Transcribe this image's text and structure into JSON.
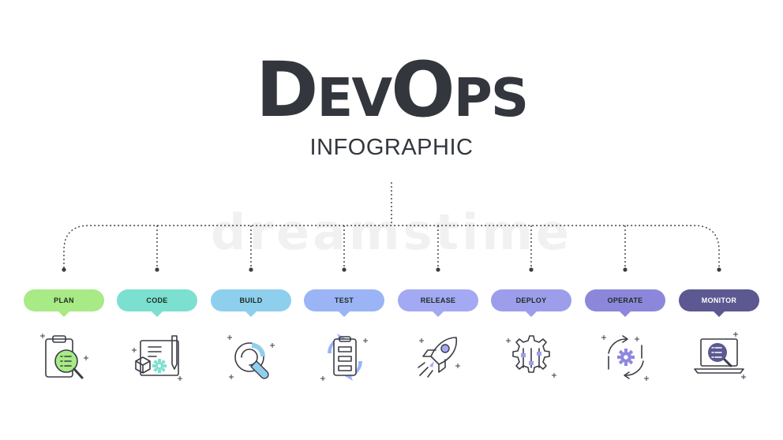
{
  "title": "DevOps",
  "subtitle": "INFOGRAPHIC",
  "watermark": "dreamstime",
  "stages": [
    {
      "label": "PLAN",
      "color": "#a8ea85",
      "text_color": "#1f2b22",
      "icon": "clipboard-search-icon"
    },
    {
      "label": "CODE",
      "color": "#7be0cf",
      "text_color": "#1f2b22",
      "icon": "code-blueprint-icon"
    },
    {
      "label": "BUILD",
      "color": "#8fcfee",
      "text_color": "#1f2b22",
      "icon": "gear-wrench-icon"
    },
    {
      "label": "TEST",
      "color": "#9ab4f6",
      "text_color": "#1f2b22",
      "icon": "test-cycle-icon"
    },
    {
      "label": "RELEASE",
      "color": "#a3a9f2",
      "text_color": "#1f2b22",
      "icon": "rocket-icon"
    },
    {
      "label": "DEPLOY",
      "color": "#9c9eeb",
      "text_color": "#1f2b22",
      "icon": "gear-sliders-icon"
    },
    {
      "label": "OPERATE",
      "color": "#8d87dc",
      "text_color": "#1f2b22",
      "icon": "gear-cycle-icon"
    },
    {
      "label": "MONITOR",
      "color": "#5c5891",
      "text_color": "#ffffff",
      "icon": "laptop-search-icon"
    }
  ]
}
